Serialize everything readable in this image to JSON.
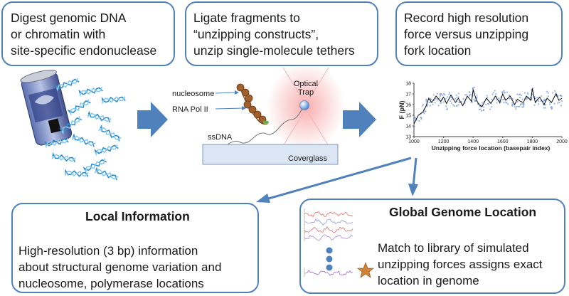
{
  "steps": {
    "digest": "Digest genomic DNA\nor chromatin with\nsite-specific endonuclease",
    "ligate": "Ligate fragments to\n“unzipping constructs”,\nunzip single-molecule tethers",
    "record": "Record high resolution\nforce versus unzipping\nfork location"
  },
  "schematic": {
    "nucleosome": "nucleosome",
    "rna_pol": "RNA Pol II",
    "ssdna": "ssDNA",
    "trap": "Optical\nTrap",
    "coverglass": "Coverglass"
  },
  "local_info": {
    "title": "Local Information",
    "body": "High-resolution (3 bp) information\nabout structural genome variation and\nnucleosome, polymerase locations"
  },
  "global_location": {
    "title": "Global Genome Location",
    "body": "Match to library of simulated\nunzipping forces assigns exact\nlocation in genome"
  },
  "colors": {
    "box_border": "#4f81bd",
    "arrow": "#4f81bd",
    "star": "#d38135",
    "trace": "#4a78d4"
  },
  "chart_data": {
    "type": "line",
    "xlabel": "Unzipping force location (basepair index)",
    "ylabel": "F (pN)",
    "xlim": [
      1000,
      2000
    ],
    "ylim": [
      13,
      18
    ],
    "x_ticks": [
      1000,
      1200,
      1400,
      1600,
      1800,
      2000
    ],
    "y_ticks": [
      13,
      14,
      15,
      16,
      17,
      18
    ],
    "series": [
      {
        "x": [
          1000,
          1030,
          1060,
          1080,
          1100,
          1120,
          1150,
          1180,
          1200,
          1220,
          1250,
          1280,
          1300,
          1330,
          1360,
          1390,
          1400,
          1420,
          1440,
          1460,
          1490,
          1520,
          1550,
          1580,
          1600,
          1620,
          1650,
          1680,
          1700,
          1720,
          1740,
          1760,
          1790,
          1800,
          1820,
          1850,
          1880,
          1900,
          1930,
          1960,
          1980,
          2000
        ],
        "y": [
          14.2,
          15.0,
          15.3,
          15.8,
          16.6,
          16.2,
          16.8,
          16.3,
          16.7,
          16.1,
          16.9,
          16.2,
          16.6,
          15.9,
          16.8,
          16.3,
          17.4,
          16.5,
          16.0,
          15.8,
          16.6,
          16.1,
          16.8,
          16.2,
          17.0,
          16.4,
          16.8,
          16.0,
          16.5,
          16.3,
          16.2,
          16.8,
          16.4,
          17.5,
          16.2,
          16.7,
          16.0,
          16.6,
          16.2,
          17.0,
          16.4,
          16.6
        ]
      }
    ]
  }
}
